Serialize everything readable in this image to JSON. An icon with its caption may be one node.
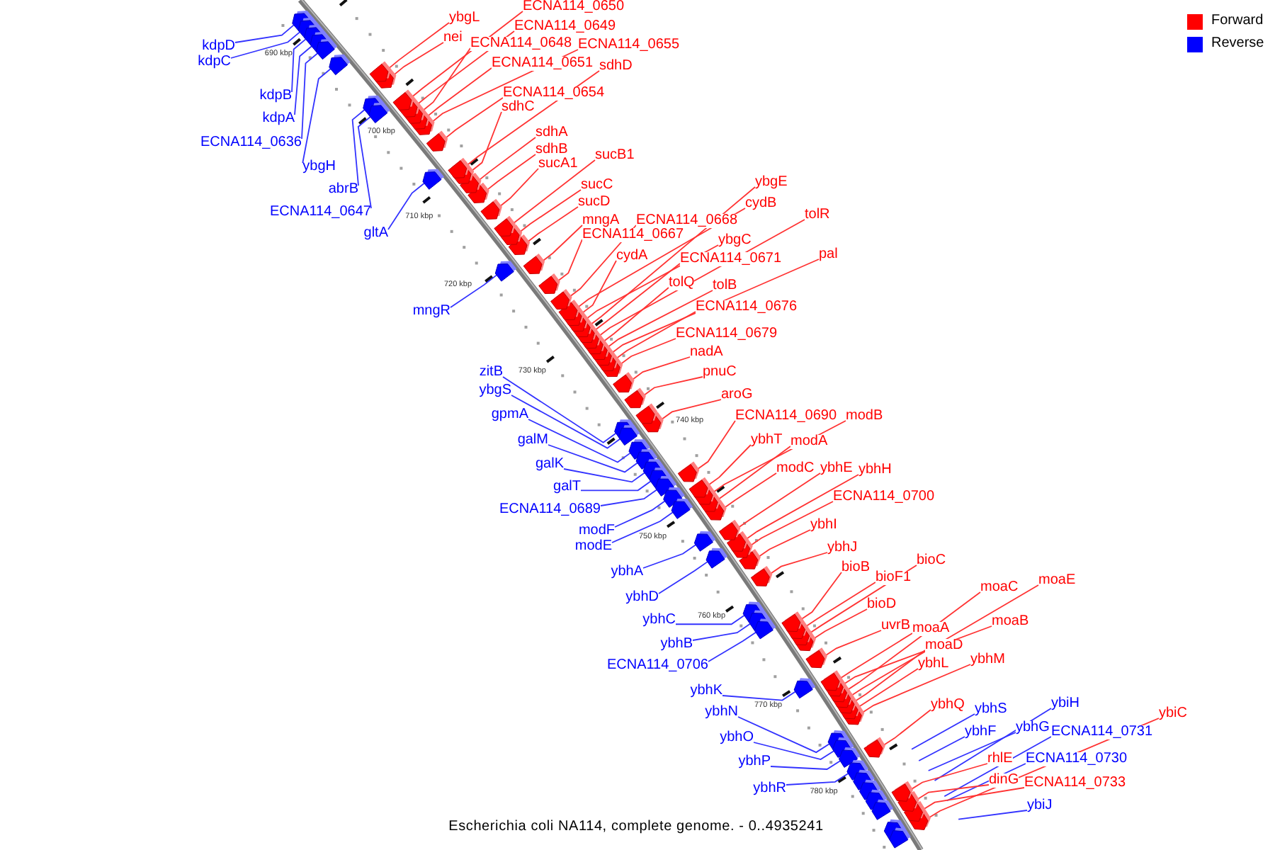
{
  "diagram": {
    "caption": "Escherichia coli NA114, complete genome. - 0..4935241",
    "nodes": [
      {
        "text": [
          "kdpD"
        ]
      },
      {
        "text": [
          "kdpC"
        ]
      },
      {
        "text": [
          "kdpB"
        ]
      },
      {
        "text": [
          "kdpA"
        ]
      },
      {
        "text": [
          "ECNA114_0636"
        ]
      },
      {
        "text": [
          "ybgH"
        ]
      },
      {
        "text": [
          "abrB"
        ]
      },
      {
        "text": [
          "ECNA114_0647"
        ]
      },
      {
        "text": [
          "gltA"
        ]
      },
      {
        "text": [
          "mngR"
        ]
      },
      {
        "text": [
          "zitB"
        ]
      },
      {
        "text": [
          "ybgS"
        ]
      },
      {
        "text": [
          "gpmA"
        ]
      },
      {
        "text": [
          "galM"
        ]
      },
      {
        "text": [
          "galK"
        ]
      },
      {
        "text": [
          "galT"
        ]
      },
      {
        "text": [
          "ECNA114_0689"
        ]
      },
      {
        "text": [
          "modF"
        ]
      },
      {
        "text": [
          "modE"
        ]
      },
      {
        "text": [
          "ybhA"
        ]
      },
      {
        "text": [
          "ybhD"
        ]
      },
      {
        "text": [
          "ybhC"
        ]
      },
      {
        "text": [
          "ybhB"
        ]
      },
      {
        "text": [
          "ECNA114_0706"
        ]
      },
      {
        "text": [
          "ybhK"
        ]
      },
      {
        "text": [
          "ybhN"
        ]
      },
      {
        "text": [
          "ybhO"
        ]
      },
      {
        "text": [
          "ybhP"
        ]
      },
      {
        "text": [
          "ybhR"
        ]
      },
      {
        "text": [
          "ECNA114_0650"
        ]
      },
      {
        "text": [
          "ybgL"
        ]
      },
      {
        "text": [
          "ECNA114_0649"
        ]
      },
      {
        "text": [
          "nei"
        ]
      },
      {
        "text": [
          "ECNA114_0648"
        ]
      },
      {
        "text": [
          "ECNA114_0655"
        ]
      },
      {
        "text": [
          "ECNA114_0651"
        ]
      },
      {
        "text": [
          "sdhD"
        ]
      },
      {
        "text": [
          "ECNA114_0654"
        ]
      },
      {
        "text": [
          "sdhC"
        ]
      },
      {
        "text": [
          "sdhA"
        ]
      },
      {
        "text": [
          "sdhB"
        ]
      },
      {
        "text": [
          "sucB1"
        ]
      },
      {
        "text": [
          "sucA1"
        ]
      },
      {
        "text": [
          "sucC"
        ]
      },
      {
        "text": [
          "ybgE"
        ]
      },
      {
        "text": [
          "sucD"
        ]
      },
      {
        "text": [
          "cydB"
        ]
      },
      {
        "text": [
          "tolR"
        ]
      },
      {
        "text": [
          "mngA"
        ]
      },
      {
        "text": [
          "ECNA114_0668"
        ]
      },
      {
        "text": [
          "ECNA114_0667"
        ]
      },
      {
        "text": [
          "ybgC"
        ]
      },
      {
        "text": [
          "pal"
        ]
      },
      {
        "text": [
          "ECNA114_0671"
        ]
      },
      {
        "text": [
          "cydA"
        ]
      },
      {
        "text": [
          "tolQ"
        ]
      },
      {
        "text": [
          "tolB"
        ]
      },
      {
        "text": [
          "ECNA114_0676"
        ]
      },
      {
        "text": [
          "ECNA114_0679"
        ]
      },
      {
        "text": [
          "nadA"
        ]
      },
      {
        "text": [
          "pnuC"
        ]
      },
      {
        "text": [
          "aroG"
        ]
      },
      {
        "text": [
          "modB"
        ]
      },
      {
        "text": [
          "ECNA114_0690"
        ]
      },
      {
        "text": [
          "ybhT"
        ]
      },
      {
        "text": [
          "modA"
        ]
      },
      {
        "text": [
          "ybhE"
        ]
      },
      {
        "text": [
          "ybhH"
        ]
      },
      {
        "text": [
          "modC"
        ]
      },
      {
        "text": [
          "ECNA114_0700"
        ]
      },
      {
        "text": [
          "ybhI"
        ]
      },
      {
        "text": [
          "ybhJ"
        ]
      },
      {
        "text": [
          "bioC"
        ]
      },
      {
        "text": [
          "bioB"
        ]
      },
      {
        "text": [
          "bioF1"
        ]
      },
      {
        "text": [
          "moaE"
        ]
      },
      {
        "text": [
          "moaC"
        ]
      },
      {
        "text": [
          "bioD"
        ]
      },
      {
        "text": [
          "moaB"
        ]
      },
      {
        "text": [
          "uvrB"
        ]
      },
      {
        "text": [
          "moaA"
        ]
      },
      {
        "text": [
          "moaD"
        ]
      },
      {
        "text": [
          "ybhM"
        ]
      },
      {
        "text": [
          "ybhL"
        ]
      },
      {
        "text": [
          "ybiH"
        ]
      },
      {
        "text": [
          "ybhQ"
        ]
      },
      {
        "text": [
          "ybhS"
        ]
      },
      {
        "text": [
          "ybiC"
        ]
      },
      {
        "text": [
          "ybhG"
        ]
      },
      {
        "text": [
          "ybhF"
        ]
      },
      {
        "text": [
          "ECNA114_0731"
        ]
      },
      {
        "text": [
          "ECNA114_0730"
        ]
      },
      {
        "text": [
          "rhlE"
        ]
      },
      {
        "text": [
          "dinG"
        ]
      },
      {
        "text": [
          "ECNA114_0733"
        ]
      },
      {
        "text": [
          "ybiJ"
        ]
      },
      {
        "text": [],
        "shape": "arrow"
      },
      {
        "text": [],
        "shape": "arrow"
      },
      {
        "text": [],
        "shape": "arrow"
      },
      {
        "text": [],
        "shape": "arrow"
      },
      {
        "text": [],
        "shape": "arrow"
      },
      {
        "text": [],
        "shape": "arrow"
      },
      {
        "text": [],
        "shape": "arrow"
      },
      {
        "text": [],
        "shape": "arrow"
      },
      {
        "text": [],
        "shape": "arrow"
      },
      {
        "text": [],
        "shape": "arrow"
      },
      {
        "text": [],
        "shape": "arrow"
      },
      {
        "text": [],
        "shape": "arrow"
      },
      {
        "text": [],
        "shape": "arrow"
      },
      {
        "text": [],
        "shape": "arrow"
      },
      {
        "text": [],
        "shape": "arrow"
      },
      {
        "text": [],
        "shape": "arrow"
      },
      {
        "text": [],
        "shape": "arrow"
      },
      {
        "text": [],
        "shape": "arrow"
      },
      {
        "text": [],
        "shape": "arrow"
      },
      {
        "text": [],
        "shape": "arrow"
      },
      {
        "text": [],
        "shape": "arrow"
      },
      {
        "text": [],
        "shape": "arrow"
      },
      {
        "text": [],
        "shape": "arrow"
      },
      {
        "text": [],
        "shape": "arrow"
      },
      {
        "text": [],
        "shape": "arrow"
      },
      {
        "text": [],
        "shape": "arrow"
      },
      {
        "text": [],
        "shape": "arrow"
      },
      {
        "text": [],
        "shape": "arrow"
      },
      {
        "text": [],
        "shape": "arrow"
      },
      {
        "text": [],
        "shape": "arrow"
      },
      {
        "text": [],
        "shape": "arrow"
      },
      {
        "text": [],
        "shape": "arrow"
      },
      {
        "text": [],
        "shape": "arrow"
      },
      {
        "text": [],
        "shape": "arrow"
      },
      {
        "text": [],
        "shape": "arrow"
      },
      {
        "text": [],
        "shape": "arrow"
      },
      {
        "text": [],
        "shape": "arrow"
      },
      {
        "text": [],
        "shape": "arrow"
      },
      {
        "text": [],
        "shape": "arrow"
      },
      {
        "text": [],
        "shape": "arrow"
      },
      {
        "text": [],
        "shape": "arrow"
      },
      {
        "text": [],
        "shape": "arrow"
      },
      {
        "text": [],
        "shape": "arrow"
      },
      {
        "text": [],
        "shape": "arrow"
      },
      {
        "text": [],
        "shape": "arrow"
      },
      {
        "text": [],
        "shape": "arrow"
      },
      {
        "text": [],
        "shape": "arrow"
      },
      {
        "text": [],
        "shape": "arrow"
      },
      {
        "text": [],
        "shape": "arrow"
      },
      {
        "text": [],
        "shape": "arrow"
      },
      {
        "text": [],
        "shape": "arrow"
      },
      {
        "text": [],
        "shape": "arrow"
      },
      {
        "text": [],
        "shape": "arrow"
      },
      {
        "text": [],
        "shape": "arrow"
      },
      {
        "text": [],
        "shape": "arrow"
      },
      {
        "text": [],
        "shape": "arrow"
      },
      {
        "text": [],
        "shape": "arrow"
      },
      {
        "text": [],
        "shape": "arrow"
      },
      {
        "text": [],
        "shape": "arrow"
      },
      {
        "text": [],
        "shape": "arrow"
      },
      {
        "text": [],
        "shape": "arrow"
      },
      {
        "text": [],
        "shape": "arrow"
      },
      {
        "text": [],
        "shape": "arrow"
      },
      {
        "text": [],
        "shape": "arrow"
      },
      {
        "text": [],
        "shape": "arrow"
      },
      {
        "text": [],
        "shape": "arrow"
      },
      {
        "text": [],
        "shape": "arrow"
      },
      {
        "text": [],
        "shape": "arrow"
      },
      {
        "text": [],
        "shape": "arrow"
      },
      {
        "text": [],
        "shape": "arrow"
      },
      {
        "text": [],
        "shape": "arrow"
      },
      {
        "text": [],
        "shape": "arrow"
      },
      {
        "text": [],
        "shape": "arrow"
      },
      {
        "text": [],
        "shape": "arrow"
      },
      {
        "text": [],
        "shape": "arrow"
      },
      {
        "text": [],
        "shape": "arrow"
      },
      {
        "text": [],
        "shape": "arrow"
      },
      {
        "text": [],
        "shape": "arrow"
      },
      {
        "text": [],
        "shape": "arrow"
      },
      {
        "text": [],
        "shape": "arrow"
      },
      {
        "text": [],
        "shape": "arrow"
      },
      {
        "text": [],
        "shape": "arrow"
      },
      {
        "text": [],
        "shape": "arrow"
      },
      {
        "text": [],
        "shape": "arrow"
      },
      {
        "text": [],
        "shape": "arrow"
      },
      {
        "text": [],
        "shape": "arrow"
      },
      {
        "text": [],
        "shape": "arrow"
      },
      {
        "text": [],
        "shape": "arrow"
      },
      {
        "text": [],
        "shape": "arrow"
      },
      {
        "text": [],
        "shape": "arrow"
      },
      {
        "text": [],
        "shape": "arrow"
      },
      {
        "text": [],
        "shape": "arrow"
      },
      {
        "text": [],
        "shape": "arrow"
      },
      {
        "text": [],
        "shape": "arrow"
      },
      {
        "text": [],
        "shape": "arrow"
      },
      {
        "text": [],
        "shape": "arrow"
      }
    ],
    "edges": [
      {
        "from": 0,
        "to": 96,
        "arrow": "none",
        "color": "#3333ff"
      },
      {
        "from": 1,
        "to": 97,
        "arrow": "none",
        "color": "#3333ff"
      },
      {
        "from": 2,
        "to": 98,
        "arrow": "none",
        "color": "#3333ff"
      },
      {
        "from": 3,
        "to": 99,
        "arrow": "none",
        "color": "#3333ff"
      },
      {
        "from": 4,
        "to": 100,
        "arrow": "none",
        "color": "#3333ff"
      },
      {
        "from": 5,
        "to": 101,
        "arrow": "none",
        "color": "#3333ff"
      },
      {
        "from": 6,
        "to": 104,
        "arrow": "none",
        "color": "#3333ff"
      },
      {
        "from": 7,
        "to": 105,
        "arrow": "none",
        "color": "#3333ff"
      },
      {
        "from": 8,
        "to": 112,
        "arrow": "none",
        "color": "#3333ff"
      },
      {
        "from": 9,
        "to": 121,
        "arrow": "none",
        "color": "#3333ff"
      },
      {
        "from": 10,
        "to": 138,
        "arrow": "none",
        "color": "#3333ff"
      },
      {
        "from": 11,
        "to": 139,
        "arrow": "none",
        "color": "#3333ff"
      },
      {
        "from": 12,
        "to": 141,
        "arrow": "none",
        "color": "#3333ff"
      },
      {
        "from": 13,
        "to": 142,
        "arrow": "none",
        "color": "#3333ff"
      },
      {
        "from": 14,
        "to": 143,
        "arrow": "none",
        "color": "#3333ff"
      },
      {
        "from": 15,
        "to": 144,
        "arrow": "none",
        "color": "#3333ff"
      },
      {
        "from": 16,
        "to": 145,
        "arrow": "none",
        "color": "#3333ff"
      },
      {
        "from": 17,
        "to": 147,
        "arrow": "none",
        "color": "#3333ff"
      },
      {
        "from": 18,
        "to": 149,
        "arrow": "none",
        "color": "#3333ff"
      },
      {
        "from": 19,
        "to": 153,
        "arrow": "none",
        "color": "#3333ff"
      },
      {
        "from": 20,
        "to": 155,
        "arrow": "none",
        "color": "#3333ff"
      },
      {
        "from": 21,
        "to": 160,
        "arrow": "none",
        "color": "#3333ff"
      },
      {
        "from": 22,
        "to": 161,
        "arrow": "none",
        "color": "#3333ff"
      },
      {
        "from": 23,
        "to": 162,
        "arrow": "none",
        "color": "#3333ff"
      },
      {
        "from": 24,
        "to": 168,
        "arrow": "none",
        "color": "#3333ff"
      },
      {
        "from": 25,
        "to": 175,
        "arrow": "none",
        "color": "#3333ff"
      },
      {
        "from": 26,
        "to": 177,
        "arrow": "none",
        "color": "#3333ff"
      },
      {
        "from": 27,
        "to": 178,
        "arrow": "none",
        "color": "#3333ff"
      },
      {
        "from": 28,
        "to": 179,
        "arrow": "none",
        "color": "#3333ff"
      },
      {
        "from": 29,
        "to": 106,
        "arrow": "none"
      },
      {
        "from": 30,
        "to": 102,
        "arrow": "none"
      },
      {
        "from": 31,
        "to": 107,
        "arrow": "none"
      },
      {
        "from": 32,
        "to": 103,
        "arrow": "none"
      },
      {
        "from": 33,
        "to": 108,
        "arrow": "none"
      },
      {
        "from": 34,
        "to": 110,
        "arrow": "none"
      },
      {
        "from": 35,
        "to": 109,
        "arrow": "none"
      },
      {
        "from": 36,
        "to": 113,
        "arrow": "none"
      },
      {
        "from": 37,
        "to": 111,
        "arrow": "none"
      },
      {
        "from": 38,
        "to": 114,
        "arrow": "none"
      },
      {
        "from": 39,
        "to": 115,
        "arrow": "none"
      },
      {
        "from": 40,
        "to": 116,
        "arrow": "none"
      },
      {
        "from": 41,
        "to": 118,
        "arrow": "none"
      },
      {
        "from": 42,
        "to": 117,
        "arrow": "none"
      },
      {
        "from": 43,
        "to": 119,
        "arrow": "none"
      },
      {
        "from": 44,
        "to": 128,
        "arrow": "none"
      },
      {
        "from": 45,
        "to": 120,
        "arrow": "none"
      },
      {
        "from": 46,
        "to": 125,
        "arrow": "none"
      },
      {
        "from": 47,
        "to": 130,
        "arrow": "none"
      },
      {
        "from": 48,
        "to": 122,
        "arrow": "none"
      },
      {
        "from": 49,
        "to": 124,
        "arrow": "none"
      },
      {
        "from": 50,
        "to": 123,
        "arrow": "none"
      },
      {
        "from": 51,
        "to": 127,
        "arrow": "none"
      },
      {
        "from": 52,
        "to": 133,
        "arrow": "none"
      },
      {
        "from": 53,
        "to": 129,
        "arrow": "none"
      },
      {
        "from": 54,
        "to": 126,
        "arrow": "none"
      },
      {
        "from": 55,
        "to": 131,
        "arrow": "none"
      },
      {
        "from": 56,
        "to": 132,
        "arrow": "none"
      },
      {
        "from": 57,
        "to": 134,
        "arrow": "none"
      },
      {
        "from": 58,
        "to": 135,
        "arrow": "none"
      },
      {
        "from": 59,
        "to": 136,
        "arrow": "none"
      },
      {
        "from": 60,
        "to": 137,
        "arrow": "none"
      },
      {
        "from": 61,
        "to": 140,
        "arrow": "none"
      },
      {
        "from": 62,
        "to": 150,
        "arrow": "none"
      },
      {
        "from": 63,
        "to": 146,
        "arrow": "none"
      },
      {
        "from": 64,
        "to": 148,
        "arrow": "none"
      },
      {
        "from": 65,
        "to": 151,
        "arrow": "none"
      },
      {
        "from": 66,
        "to": 154,
        "arrow": "none"
      },
      {
        "from": 67,
        "to": 156,
        "arrow": "none"
      },
      {
        "from": 68,
        "to": 152,
        "arrow": "none"
      },
      {
        "from": 69,
        "to": 157,
        "arrow": "none"
      },
      {
        "from": 70,
        "to": 158,
        "arrow": "none"
      },
      {
        "from": 71,
        "to": 159,
        "arrow": "none"
      },
      {
        "from": 72,
        "to": 165,
        "arrow": "none"
      },
      {
        "from": 73,
        "to": 163,
        "arrow": "none"
      },
      {
        "from": 74,
        "to": 164,
        "arrow": "none"
      },
      {
        "from": 75,
        "to": 172,
        "arrow": "none"
      },
      {
        "from": 76,
        "to": 171,
        "arrow": "none"
      },
      {
        "from": 77,
        "to": 166,
        "arrow": "none"
      },
      {
        "from": 78,
        "to": 170,
        "arrow": "none"
      },
      {
        "from": 79,
        "to": 167,
        "arrow": "none"
      },
      {
        "from": 80,
        "to": 169,
        "arrow": "none"
      },
      {
        "from": 81,
        "to": 173,
        "arrow": "none"
      },
      {
        "from": 82,
        "to": 176,
        "arrow": "none"
      },
      {
        "from": 83,
        "to": 174,
        "arrow": "none"
      },
      {
        "from": 84,
        "to": null,
        "arrow": "none",
        "color": "#3333ff"
      },
      {
        "from": 85,
        "to": 180,
        "arrow": "none"
      },
      {
        "from": 86,
        "to": null,
        "arrow": "none",
        "color": "#3333ff"
      },
      {
        "from": 87,
        "to": 190,
        "arrow": "none"
      },
      {
        "from": 88,
        "to": null,
        "arrow": "none",
        "color": "#3333ff"
      },
      {
        "from": 89,
        "to": null,
        "arrow": "none",
        "color": "#3333ff"
      },
      {
        "from": 90,
        "to": null,
        "arrow": "none",
        "color": "#3333ff"
      },
      {
        "from": 91,
        "to": null,
        "arrow": "none",
        "color": "#3333ff"
      },
      {
        "from": 92,
        "to": 184,
        "arrow": "none"
      },
      {
        "from": 93,
        "to": 186,
        "arrow": "none"
      },
      {
        "from": 94,
        "to": 188,
        "arrow": "none"
      },
      {
        "from": 95,
        "to": null,
        "arrow": "none",
        "color": "#3333ff"
      }
    ],
    "labels": [
      "690 kbp",
      "700 kbp",
      "710 kbp",
      "720 kbp",
      "730 kbp",
      "740 kbp",
      "750 kbp",
      "760 kbp",
      "770 kbp",
      "780 kbp"
    ],
    "legend": [
      {
        "text": "Forward",
        "color": "#ff0000"
      },
      {
        "text": "Reverse",
        "color": "#0000ff"
      }
    ]
  }
}
